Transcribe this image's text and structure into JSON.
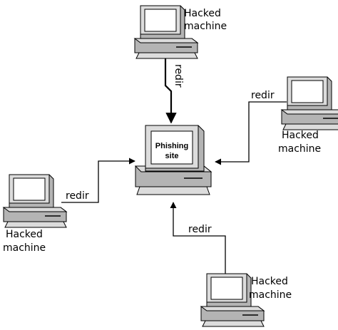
{
  "colors": {
    "background": "#ffffff",
    "stroke": "#000000",
    "case_light": "#dcdcdc",
    "case_mid": "#b4b4b4",
    "case_dark": "#8c8c8c",
    "screen": "#ffffff"
  },
  "central": {
    "screen_label_line1": "Phishing",
    "screen_label_line2": "site"
  },
  "nodes": [
    {
      "id": "top",
      "label_line1": "Hacked",
      "label_line2": "machine"
    },
    {
      "id": "right",
      "label_line1": "Hacked",
      "label_line2": "machine"
    },
    {
      "id": "left",
      "label_line1": "Hacked",
      "label_line2": "machine"
    },
    {
      "id": "bottom",
      "label_line1": "Hacked",
      "label_line2": "machine"
    }
  ],
  "edges": [
    {
      "from": "top",
      "to": "central",
      "label": "redir"
    },
    {
      "from": "right",
      "to": "central",
      "label": "redir"
    },
    {
      "from": "left",
      "to": "central",
      "label": "redir"
    },
    {
      "from": "bottom",
      "to": "central",
      "label": "redir"
    }
  ],
  "icons": {
    "computer": "desktop-computer-icon",
    "arrow": "arrowhead"
  }
}
